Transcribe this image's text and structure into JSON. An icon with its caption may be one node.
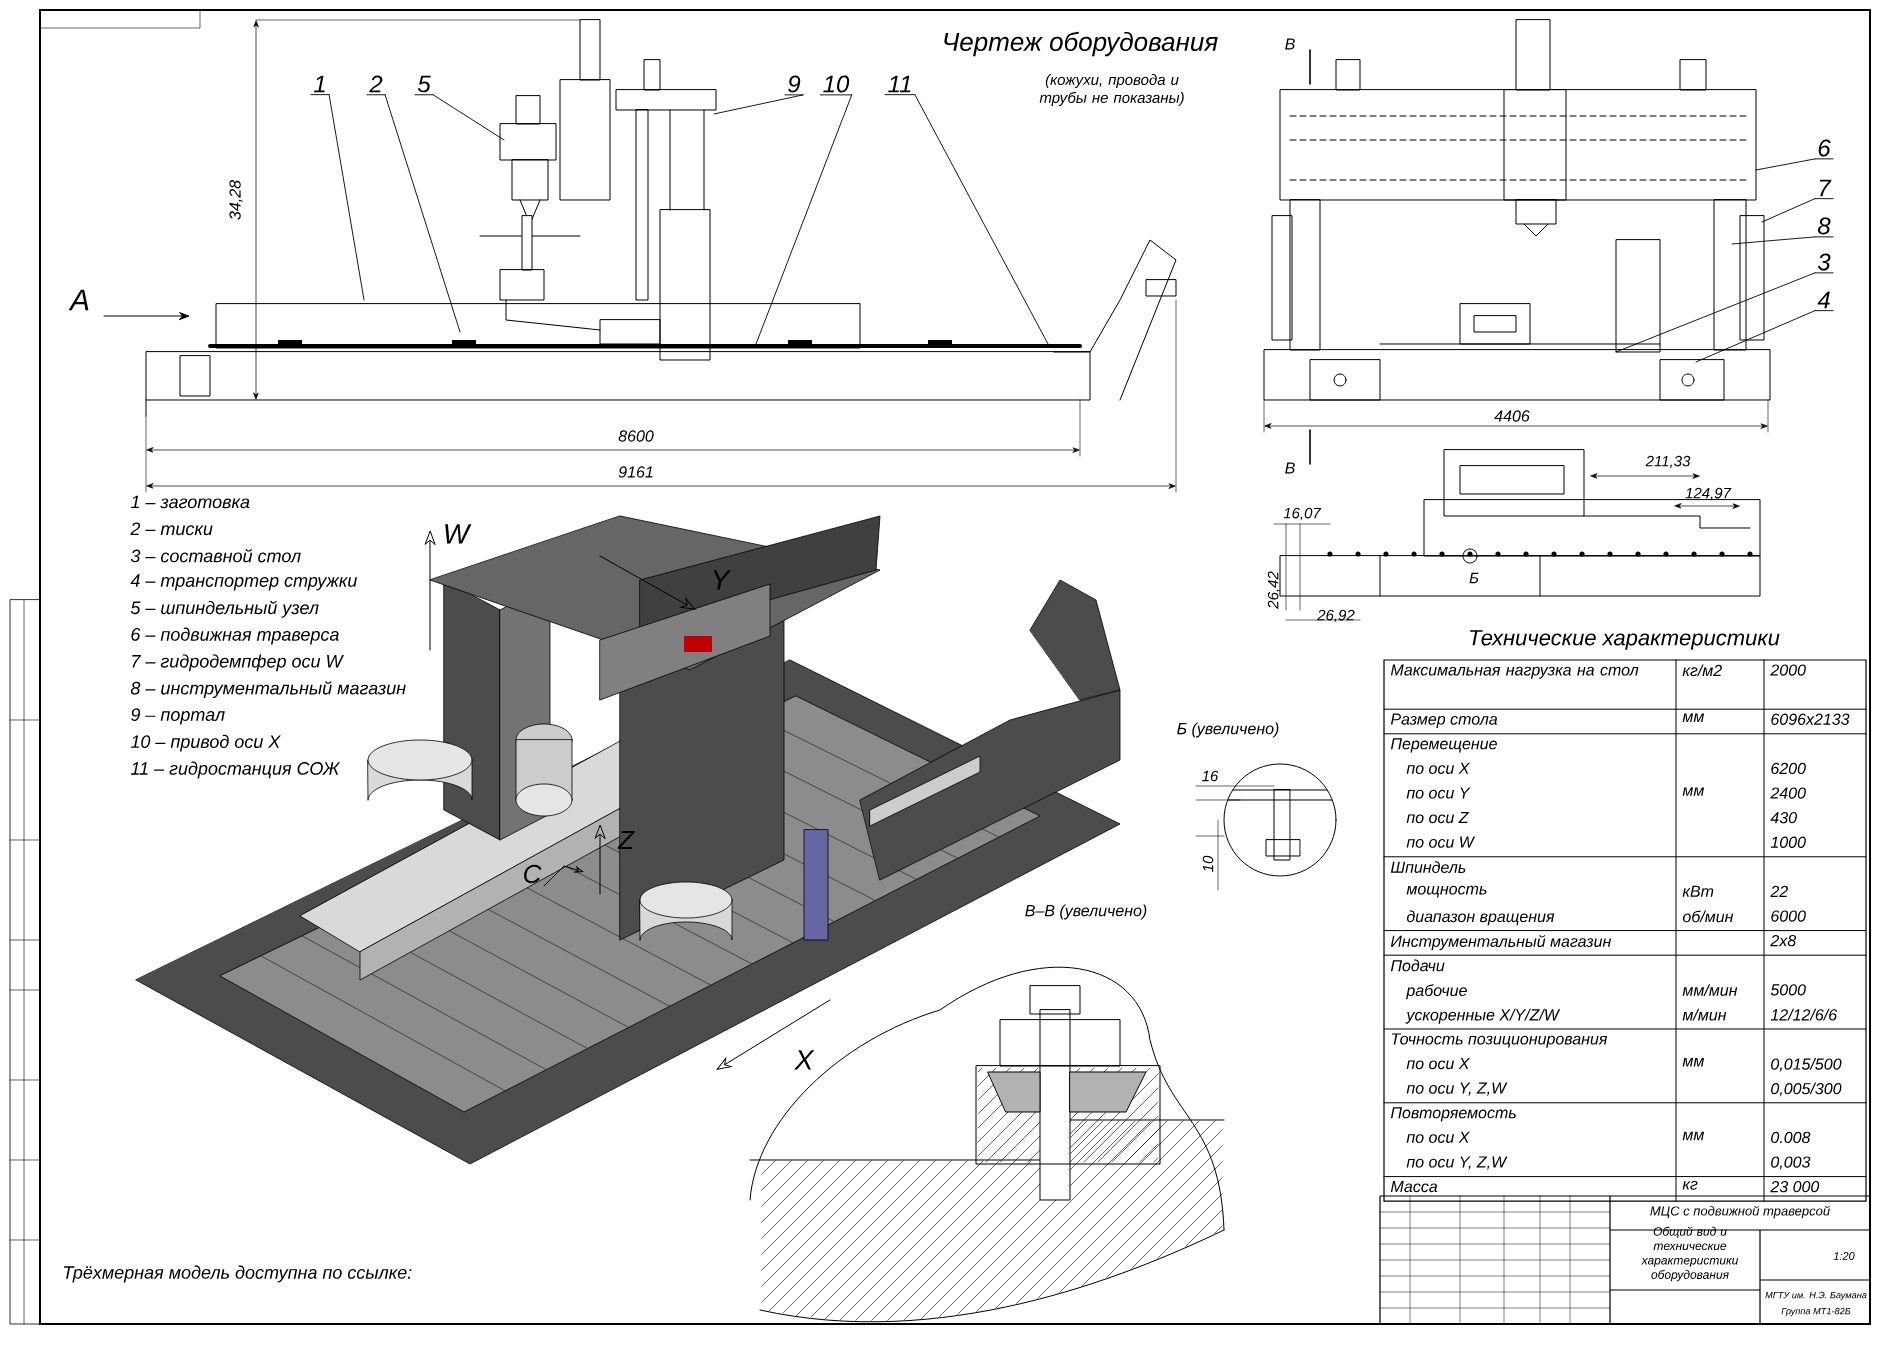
{
  "diagram": {
    "title": "Чертеж оборудования",
    "nodes": [
      {
        "text": [
          "1"
        ]
      },
      {
        "text": [
          "2"
        ]
      },
      {
        "text": [
          "5"
        ]
      },
      {
        "text": [
          "9"
        ]
      },
      {
        "text": [
          "10"
        ]
      },
      {
        "text": [
          "11"
        ]
      },
      {
        "text": [
          "6"
        ]
      },
      {
        "text": [
          "7"
        ]
      },
      {
        "text": [
          "8"
        ]
      },
      {
        "text": [
          "3"
        ]
      },
      {
        "text": [
          "4"
        ]
      }
    ],
    "edges": [
      {
        "from": 0,
        "to": null,
        "arrow": "none"
      },
      {
        "from": 1,
        "to": null,
        "arrow": "none"
      },
      {
        "from": 2,
        "to": null,
        "arrow": "none"
      },
      {
        "from": 3,
        "to": null,
        "arrow": "none"
      },
      {
        "from": 4,
        "to": null,
        "arrow": "none"
      },
      {
        "from": 5,
        "to": null,
        "arrow": "none"
      },
      {
        "from": 6,
        "to": null,
        "arrow": "none"
      },
      {
        "from": 7,
        "to": null,
        "arrow": "none"
      },
      {
        "from": 8,
        "to": null,
        "arrow": "none"
      },
      {
        "from": 9,
        "to": null,
        "arrow": "none"
      },
      {
        "from": 10,
        "to": null,
        "arrow": "none"
      }
    ],
    "labels": [
      "34,28",
      "А",
      "8600",
      "9161",
      "(кожухи, провода и трубы не показаны)",
      "В",
      "4406",
      "В",
      "211,33",
      "124,97",
      "16,07",
      "Б",
      "26,42",
      "26,92",
      "1 – заготовка",
      "2 – тиски",
      "3 – составной стол",
      "4 – транспортер стружки",
      "5 – шпиндельный узел",
      "6 – подвижная траверса",
      "7 – гидродемпфер оси W",
      "8 – инструментальный магазин",
      "9 – портал",
      "10 – привод оси X",
      "11 – гидростанция СОЖ",
      "W",
      "Y",
      "C",
      "Z",
      "X",
      "Б (увеличено)",
      "16",
      "10",
      "В–В (увеличено)",
      "Технические характеристики",
      "Максимальная нагрузка на стол",
      "кг/м2",
      "2000",
      "Размер стола",
      "мм",
      "6096x2133",
      "Перемещение",
      "по оси X",
      "6200",
      "по оси Y",
      "мм",
      "2400",
      "по оси Z",
      "430",
      "по оси W",
      "1000",
      "Шпиндель",
      "мощность",
      "кВт",
      "22",
      "диапазон вращения",
      "об/мин",
      "6000",
      "Инструментальный магазин",
      "2x8",
      "Подачи",
      "рабочие",
      "мм/мин",
      "5000",
      "ускоренные X/Y/Z/W",
      "м/мин",
      "12/12/6/6",
      "Точность позиционирования",
      "по оси X",
      "мм",
      "0,015/500",
      "по оси Y, Z,W",
      "0,005/300",
      "Повторяемость",
      "по оси X",
      "мм",
      "0.008",
      "по оси Y, Z,W",
      "0,003",
      "Масса",
      "кг",
      "23 000",
      "МЦС с подвижной траверсой",
      "Общий вид и технические характеристики оборудования",
      "1:20",
      "МГТУ им. Н.Э. Баумана",
      "Группа МТ1-82Б",
      "Трёхмерная модель доступна по ссылке:"
    ]
  }
}
